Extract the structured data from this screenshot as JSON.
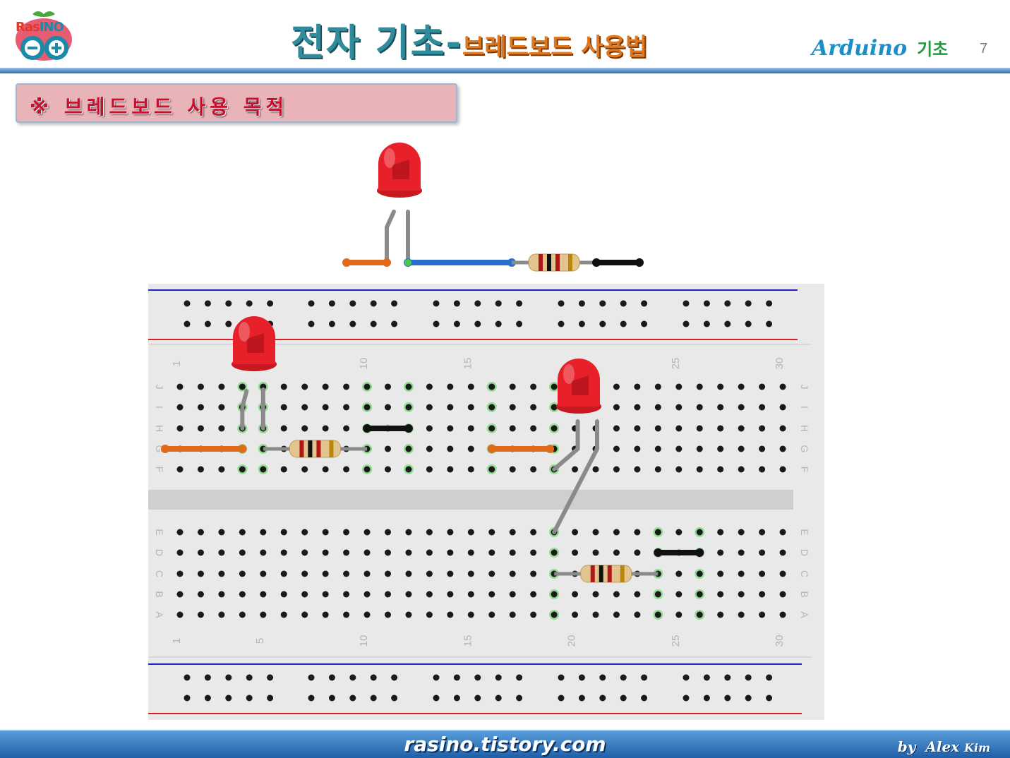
{
  "header": {
    "logo_text_a": "Ras",
    "logo_text_b": "INO",
    "title_main": "전자 기초-",
    "title_sub": "브레드보드 사용법",
    "subtitle_en": "Arduino",
    "subtitle_ko": "기초",
    "page_number": "7"
  },
  "section": {
    "heading": "※  브레드보드 사용 목적"
  },
  "breadboard": {
    "column_labels": [
      "1",
      "5",
      "10",
      "15",
      "20",
      "25",
      "30"
    ],
    "top_row_labels": [
      "J",
      "I",
      "H",
      "G",
      "F"
    ],
    "bottom_row_labels": [
      "E",
      "D",
      "C",
      "B",
      "A"
    ],
    "top_column_labels_visible": [
      "1",
      "10",
      "15",
      "25",
      "30"
    ],
    "colors": {
      "board": "#e9e9e9",
      "hole": "#1a1a1a",
      "connected_hole": "#7ed87e",
      "rail_blue": "#2323c8",
      "rail_red": "#d82020",
      "led": "#e8202a",
      "wire_orange": "#e06a1a",
      "wire_black": "#111111",
      "wire_blue": "#2a6fd0",
      "resistor_body": "#e3c48e"
    }
  },
  "footer": {
    "url": "rasino.tistory.com",
    "author_by": "by",
    "author_name": "Alex",
    "author_last": "Kim"
  }
}
